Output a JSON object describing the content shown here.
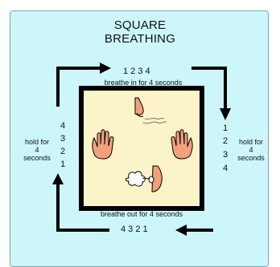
{
  "title": {
    "line1": "SQUARE",
    "line2": "BREATHING"
  },
  "top": {
    "counts": "1  2  3  4",
    "label": "breathe in for 4 seconds"
  },
  "bottom": {
    "counts": "4  3  2  1",
    "label": "breathe out for 4 seconds"
  },
  "right": {
    "counts": [
      "1",
      "2",
      "3",
      "4"
    ],
    "label": [
      "hold for",
      "4",
      "seconds"
    ]
  },
  "left": {
    "counts": [
      "4",
      "3",
      "2",
      "1"
    ],
    "label": [
      "hold for",
      "4",
      "seconds"
    ]
  },
  "colors": {
    "panel": "#cdf6fa",
    "square_fill": "#fbf4c8",
    "square_border": "#000000",
    "skin": "#f3a17b"
  },
  "icons": [
    "nose-inhale-icon",
    "hand-stop-left-icon",
    "hand-stop-right-icon",
    "mouth-exhale-icon"
  ]
}
